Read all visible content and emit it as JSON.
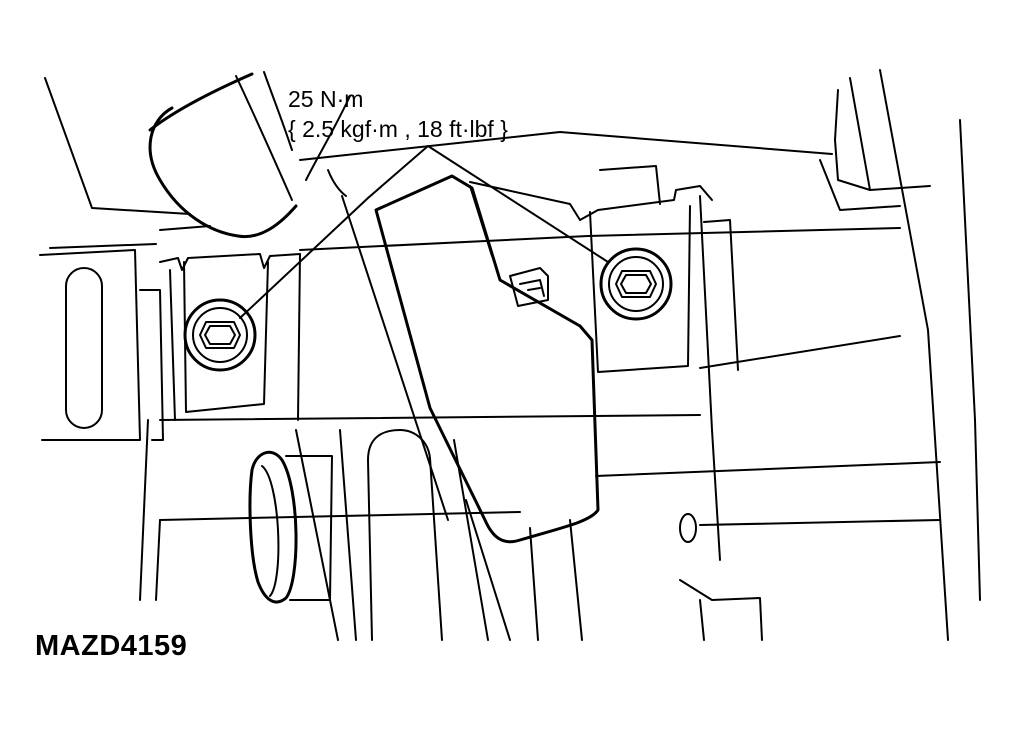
{
  "annotation": {
    "torque_line1": "25 N·m",
    "torque_line2": "{ 2.5 kgf·m , 18 ft·lbf }"
  },
  "figure_code": "MAZD4159"
}
